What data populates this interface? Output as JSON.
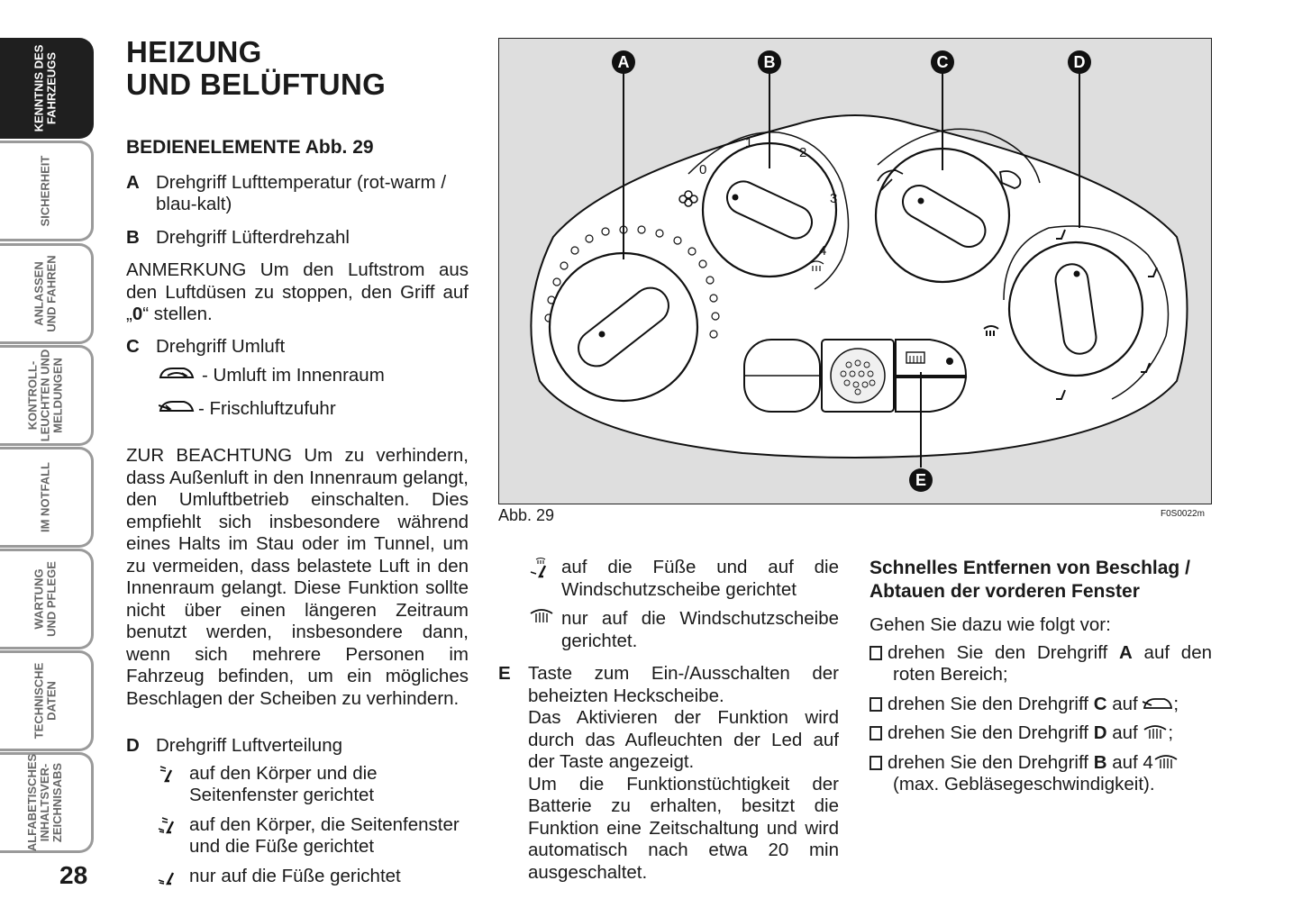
{
  "tabs": [
    {
      "label": "KENNTNIS DES\nFAHRZEUGS",
      "active": true
    },
    {
      "label": "SICHERHEIT",
      "active": false
    },
    {
      "label": "ANLASSEN\nUND FAHREN",
      "active": false
    },
    {
      "label": "KONTROLL-\nLEUCHTEN UND\nMELDUNGEN",
      "active": false
    },
    {
      "label": "IM NOTFALL",
      "active": false
    },
    {
      "label": "WARTUNG\nUND PFLEGE",
      "active": false
    },
    {
      "label": "TECHNISCHE\nDATEN",
      "active": false
    },
    {
      "label": "ALFABETISCHES\nINHALTSVER-\nZEICHNISABS",
      "active": false
    }
  ],
  "page_number": "28",
  "title_line1": "HEIZUNG",
  "title_line2": "UND BELÜFTUNG",
  "section_heading": "BEDIENELEMENTE Abb. 29",
  "item_a_label": "A",
  "item_a_text": "Drehgriff Lufttemperatur (rot-warm / blau-kalt)",
  "item_b_label": "B",
  "item_b_text": "Drehgriff Lüfterdrehzahl",
  "note_text_1": "ANMERKUNG Um den Luftstrom aus den Luftdüsen zu stoppen, den Griff auf „",
  "note_bold": "0",
  "note_text_2": "“ stellen.",
  "item_c_label": "C",
  "item_c_text": "Drehgriff Umluft",
  "c_sub1": "- Umluft im Innenraum",
  "c_sub2": "- Frischluftzufuhr",
  "warning_text": "ZUR BEACHTUNG Um zu verhindern, dass Außenluft in den Innenraum gelangt, den Umluftbetrieb einschalten. Dies empfiehlt sich insbesondere während eines Halts im Stau oder im Tunnel, um zu vermeiden, dass belastete Luft in den Innenraum gelangt. Diese Funktion sollte nicht über einen längeren Zeitraum benutzt werden, insbesondere dann, wenn sich mehrere Personen im Fahrzeug befinden, um ein mögliches Beschlagen der Scheiben zu verhindern.",
  "item_d_label": "D",
  "item_d_text": "Drehgriff Luftverteilung",
  "d_sub1": "auf den Körper und die Seitenfenster gerichtet",
  "d_sub2": "auf den Körper, die Seitenfenster und die Füße gerichtet",
  "d_sub3": "nur auf die Füße gerichtet",
  "figure": {
    "caption": "Abb. 29",
    "code": "F0S0022m",
    "callouts": [
      "A",
      "B",
      "C",
      "D",
      "E"
    ],
    "fan_scale": [
      "0",
      "1",
      "2",
      "3",
      "4"
    ]
  },
  "mid_sub1": "auf die Füße und auf die Windschutzscheibe gerichtet",
  "mid_sub2": "nur auf die Windschutzscheibe gerichtet.",
  "item_e_label": "E",
  "item_e_text": "Taste zum Ein-/Ausschalten der beheizten Heckscheibe.",
  "item_e_text2": "Das Aktivieren der Funktion wird durch das Aufleuchten der Led auf der Taste angezeigt.",
  "item_e_text3": "Um die Funktionstüchtigkeit der Batterie zu erhalten, besitzt die Funktion eine Zeitschaltung und wird automatisch nach etwa 20 min ausgeschaltet.",
  "right_heading": "Schnelles Entfernen von Beschlag / Abtauen der vorderen Fenster",
  "right_intro": "Gehen Sie dazu wie folgt vor:",
  "step1_pre": "drehen Sie den Drehgriff ",
  "step1_bold": "A",
  "step1_post": " auf den roten Bereich;",
  "step2_pre": "drehen Sie den Drehgriff ",
  "step2_bold": "C",
  "step2_post": " auf ",
  "step3_pre": "drehen Sie den Drehgriff ",
  "step3_bold": "D",
  "step3_post": " auf ",
  "step4_pre": "drehen Sie den Drehgriff ",
  "step4_bold": "B",
  "step4_post": " auf 4",
  "step4_tail": "(max. Gebläsegeschwindigkeit).",
  "icons": [
    "recirculation-icon",
    "fresh-air-icon",
    "vent-body-icon",
    "vent-body-feet-icon",
    "vent-feet-icon",
    "feet-windshield-icon",
    "windshield-defrost-icon",
    "rear-defrost-icon",
    "fan-icon"
  ]
}
